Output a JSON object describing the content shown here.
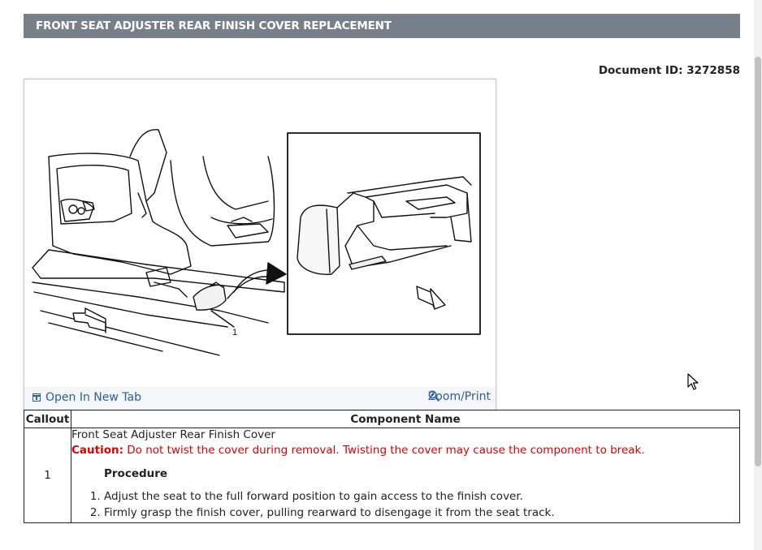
{
  "page": {
    "title": "FRONT SEAT ADJUSTER REAR FINISH COVER REPLACEMENT",
    "document_id": "Document ID: 3272858"
  },
  "figure": {
    "callout_label": "1",
    "open_new_tab_label": "Open In New Tab",
    "zoom_print_label": "Zoom/Print"
  },
  "table": {
    "headers": {
      "callout": "Callout",
      "component": "Component Name"
    },
    "rows": [
      {
        "callout": "1",
        "component_name": "Front Seat Adjuster Rear Finish Cover",
        "caution_label": "Caution:",
        "caution_text": " Do not twist the cover during removal. Twisting the cover may cause the component to break.",
        "procedure_title": "Procedure",
        "steps": [
          "Adjust the seat to the full forward position to gain access to the finish cover.",
          "Firmly grasp the finish cover, pulling rearward to disengage it from the seat track."
        ]
      }
    ]
  },
  "colors": {
    "title_bar": "#767f8a",
    "link": "#2a5d9b",
    "caution": "#e00000"
  }
}
